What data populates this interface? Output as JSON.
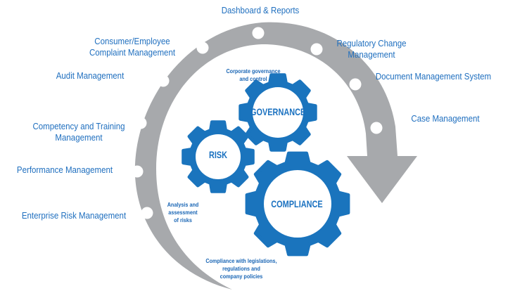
{
  "colors": {
    "arc": "#a7a9ac",
    "gear": "#1a74bd",
    "text": "#1f6fbf",
    "background": "#ffffff"
  },
  "cycle_labels": [
    {
      "id": "dashboard",
      "text": "Dashboard & Reports"
    },
    {
      "id": "consumer",
      "text": "Consumer/Employee\nComplaint Management"
    },
    {
      "id": "audit",
      "text": "Audit Management"
    },
    {
      "id": "competency",
      "text": "Competency and Training\nManagement"
    },
    {
      "id": "performance",
      "text": "Performance Management"
    },
    {
      "id": "erm",
      "text": "Enterprise Risk Management"
    },
    {
      "id": "regulatory",
      "text": "Regulatory Change\nManagement"
    },
    {
      "id": "dms",
      "text": "Document Management System"
    },
    {
      "id": "case",
      "text": "Case Management"
    }
  ],
  "gears": [
    {
      "id": "governance",
      "title": "GOVERNANCE",
      "description": "Corporate governance\nand control"
    },
    {
      "id": "risk",
      "title": "RISK",
      "description": "Analysis and\nassessment\nof risks"
    },
    {
      "id": "compliance",
      "title": "COMPLIANCE",
      "description": "Compliance with legislations,\nregulations and\ncompany policies"
    }
  ],
  "arc": {
    "dot_count": 9,
    "arrow_direction": "clockwise"
  }
}
